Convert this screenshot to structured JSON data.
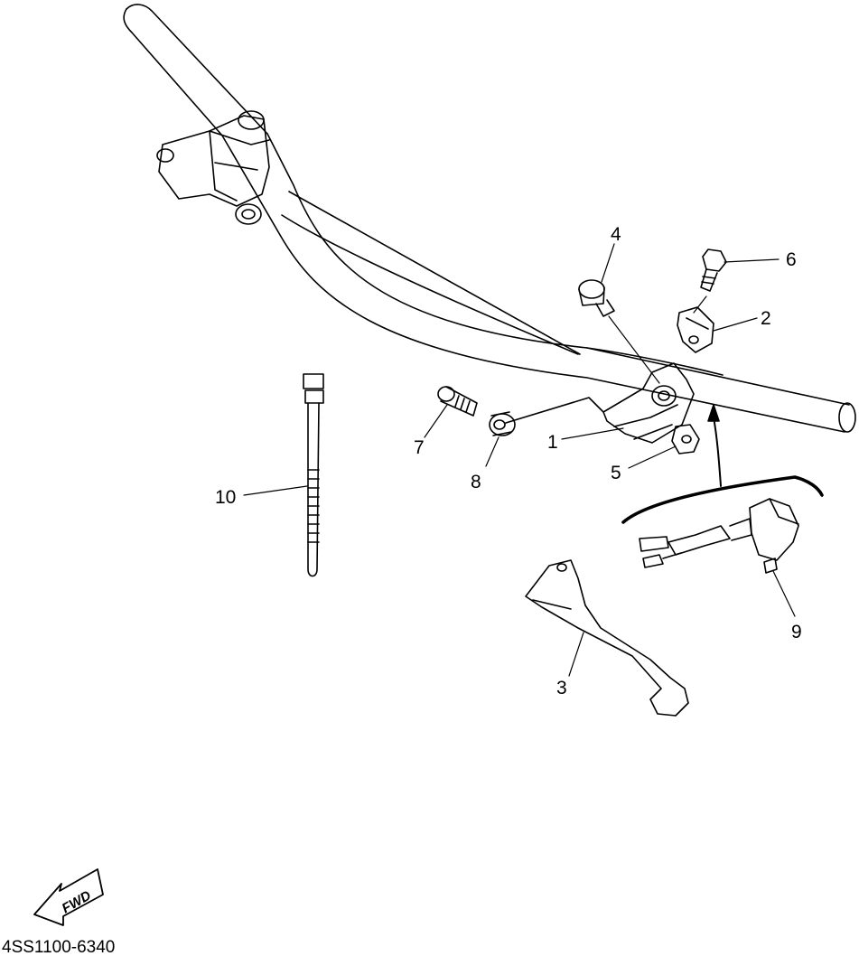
{
  "diagram": {
    "drawing_code": "4SS1100-6340",
    "direction_marker": "FWD",
    "callouts": [
      {
        "id": "callout-1",
        "number": "1"
      },
      {
        "id": "callout-2",
        "number": "2"
      },
      {
        "id": "callout-3",
        "number": "3"
      },
      {
        "id": "callout-4",
        "number": "4"
      },
      {
        "id": "callout-5",
        "number": "5"
      },
      {
        "id": "callout-6",
        "number": "6"
      },
      {
        "id": "callout-7",
        "number": "7"
      },
      {
        "id": "callout-8",
        "number": "8"
      },
      {
        "id": "callout-9",
        "number": "9"
      },
      {
        "id": "callout-10",
        "number": "10"
      }
    ],
    "line_color": "#000000",
    "background_color": "#ffffff"
  }
}
